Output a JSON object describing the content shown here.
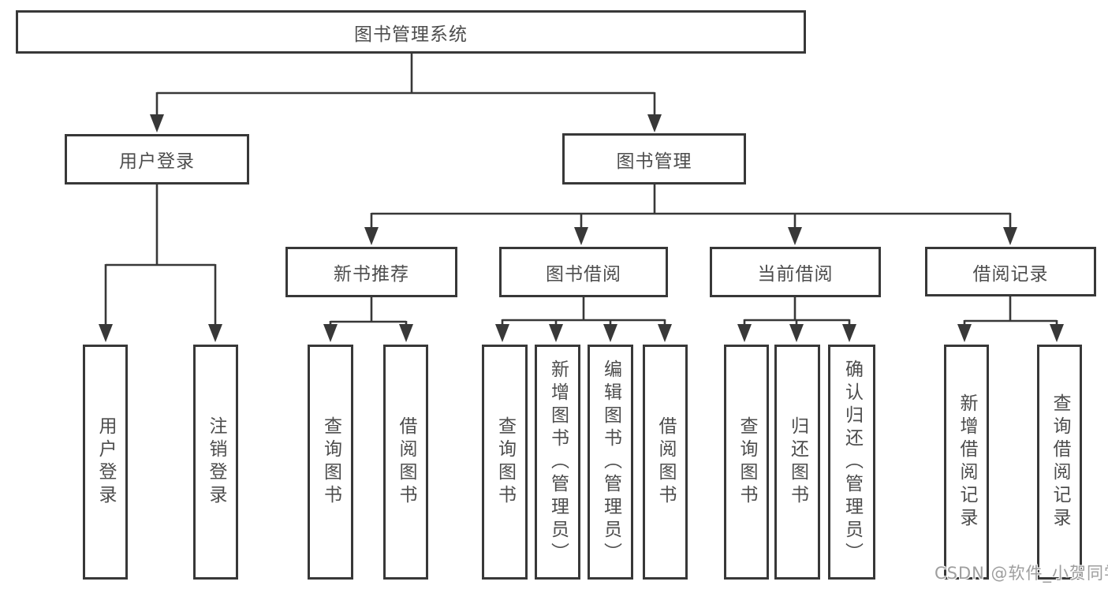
{
  "diagram": {
    "root": {
      "label": "图书管理系统"
    },
    "level2": [
      {
        "id": "user-login",
        "label": "用户登录"
      },
      {
        "id": "book-management",
        "label": "图书管理"
      }
    ],
    "level3": [
      {
        "id": "new-book-recommend",
        "label": "新书推荐"
      },
      {
        "id": "book-borrow",
        "label": "图书借阅"
      },
      {
        "id": "current-borrow",
        "label": "当前借阅"
      },
      {
        "id": "borrow-records",
        "label": "借阅记录"
      }
    ],
    "leaves": [
      {
        "parent": "user-login",
        "label": "用户登录"
      },
      {
        "parent": "user-login",
        "label": "注销登录"
      },
      {
        "parent": "new-book-recommend",
        "label": "查询图书"
      },
      {
        "parent": "new-book-recommend",
        "label": "借阅图书"
      },
      {
        "parent": "book-borrow",
        "label": "查询图书"
      },
      {
        "parent": "book-borrow",
        "label": "新增图书（管理员）"
      },
      {
        "parent": "book-borrow",
        "label": "编辑图书（管理员）"
      },
      {
        "parent": "book-borrow",
        "label": "借阅图书"
      },
      {
        "parent": "current-borrow",
        "label": "查询图书"
      },
      {
        "parent": "current-borrow",
        "label": "归还图书"
      },
      {
        "parent": "current-borrow",
        "label": "确认归还（管理员）"
      },
      {
        "parent": "borrow-records",
        "label": "新增借阅记录"
      },
      {
        "parent": "borrow-records",
        "label": "查询借阅记录"
      }
    ],
    "watermark": "CSDN @软件_小贺同学",
    "colors": {
      "line": "#383838",
      "text": "#4d4d4d",
      "background": "#ffffff",
      "watermark": "#9e9e9e"
    }
  }
}
